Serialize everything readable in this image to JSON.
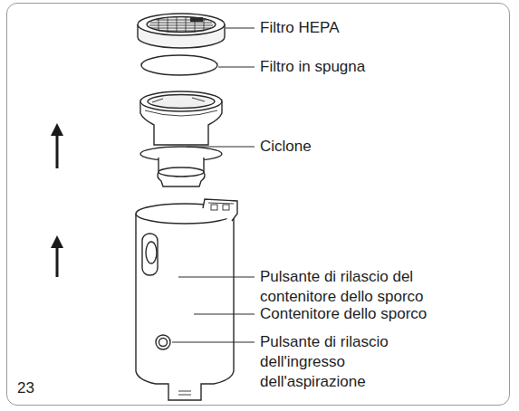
{
  "diagram": {
    "labels": [
      "Filtro HEPA",
      "Filtro in spugna",
      "Ciclone",
      "Pulsante di rilascio del contenitore dello sporco",
      "Contenitore dello sporco",
      "Pulsante di rilascio dell'ingresso dell'aspirazione",
      "23"
    ]
  }
}
